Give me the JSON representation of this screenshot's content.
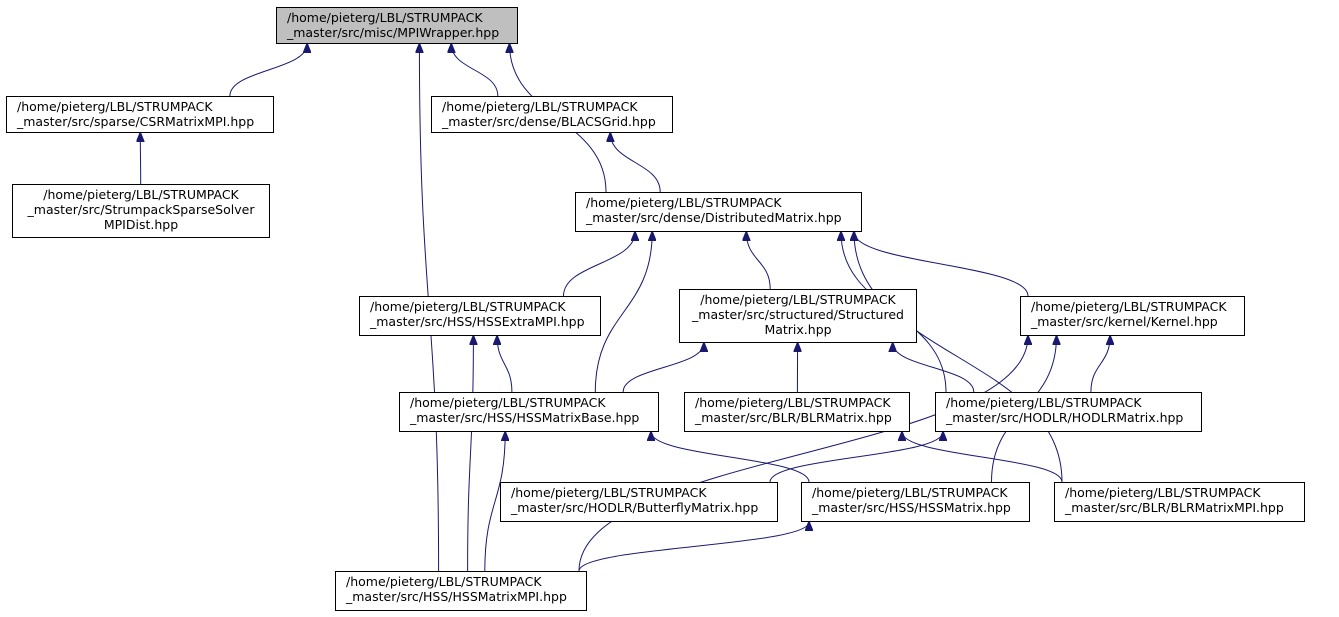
{
  "graph": {
    "colors": {
      "edge": "#191970",
      "node_border": "#000000",
      "root_fill": "#bfbfbf",
      "node_fill": "#ffffff"
    },
    "nodes": {
      "mpiwrapper": {
        "lines": [
          "/home/pieterg/LBL/STRUMPACK",
          "_master/src/misc/MPIWrapper.hpp"
        ]
      },
      "csrmatrixmpi": {
        "lines": [
          "/home/pieterg/LBL/STRUMPACK",
          "_master/src/sparse/CSRMatrixMPI.hpp"
        ]
      },
      "blacsgrid": {
        "lines": [
          "/home/pieterg/LBL/STRUMPACK",
          "_master/src/dense/BLACSGrid.hpp"
        ]
      },
      "strumpacksparsesolvermpidist": {
        "lines": [
          "/home/pieterg/LBL/STRUMPACK",
          "_master/src/StrumpackSparseSolver",
          "MPIDist.hpp"
        ]
      },
      "distributedmatrix": {
        "lines": [
          "/home/pieterg/LBL/STRUMPACK",
          "_master/src/dense/DistributedMatrix.hpp"
        ]
      },
      "hssextrampi": {
        "lines": [
          "/home/pieterg/LBL/STRUMPACK",
          "_master/src/HSS/HSSExtraMPI.hpp"
        ]
      },
      "structuredmatrix": {
        "lines": [
          "/home/pieterg/LBL/STRUMPACK",
          "_master/src/structured/Structured",
          "Matrix.hpp"
        ]
      },
      "kernel": {
        "lines": [
          "/home/pieterg/LBL/STRUMPACK",
          "_master/src/kernel/Kernel.hpp"
        ]
      },
      "hssmatrixbase": {
        "lines": [
          "/home/pieterg/LBL/STRUMPACK",
          "_master/src/HSS/HSSMatrixBase.hpp"
        ]
      },
      "blrmatrix": {
        "lines": [
          "/home/pieterg/LBL/STRUMPACK",
          "_master/src/BLR/BLRMatrix.hpp"
        ]
      },
      "hodlrmatrix": {
        "lines": [
          "/home/pieterg/LBL/STRUMPACK",
          "_master/src/HODLR/HODLRMatrix.hpp"
        ]
      },
      "butterflymatrix": {
        "lines": [
          "/home/pieterg/LBL/STRUMPACK",
          "_master/src/HODLR/ButterflyMatrix.hpp"
        ]
      },
      "hssmatrix": {
        "lines": [
          "/home/pieterg/LBL/STRUMPACK",
          "_master/src/HSS/HSSMatrix.hpp"
        ]
      },
      "blrmatrixmpi": {
        "lines": [
          "/home/pieterg/LBL/STRUMPACK",
          "_master/src/BLR/BLRMatrixMPI.hpp"
        ]
      },
      "hssmatrixmpi": {
        "lines": [
          "/home/pieterg/LBL/STRUMPACK",
          "_master/src/HSS/HSSMatrixMPI.hpp"
        ]
      }
    },
    "edges": [
      [
        "csrmatrixmpi",
        "mpiwrapper"
      ],
      [
        "blacsgrid",
        "mpiwrapper"
      ],
      [
        "distributedmatrix",
        "mpiwrapper"
      ],
      [
        "hssmatrixmpi",
        "mpiwrapper"
      ],
      [
        "strumpacksparsesolvermpidist",
        "csrmatrixmpi"
      ],
      [
        "distributedmatrix",
        "blacsgrid"
      ],
      [
        "hssextrampi",
        "distributedmatrix"
      ],
      [
        "hssmatrixbase",
        "distributedmatrix"
      ],
      [
        "structuredmatrix",
        "distributedmatrix"
      ],
      [
        "hodlrmatrix",
        "distributedmatrix"
      ],
      [
        "kernel",
        "distributedmatrix"
      ],
      [
        "blrmatrixmpi",
        "distributedmatrix"
      ],
      [
        "hssmatrixbase",
        "hssextrampi"
      ],
      [
        "hssmatrixmpi",
        "hssextrampi"
      ],
      [
        "hssmatrixbase",
        "structuredmatrix"
      ],
      [
        "blrmatrix",
        "structuredmatrix"
      ],
      [
        "hodlrmatrix",
        "structuredmatrix"
      ],
      [
        "hodlrmatrix",
        "kernel"
      ],
      [
        "hssmatrix",
        "kernel"
      ],
      [
        "hssmatrixmpi",
        "kernel"
      ],
      [
        "hssmatrix",
        "hssmatrixbase"
      ],
      [
        "hssmatrixmpi",
        "hssmatrixbase"
      ],
      [
        "blrmatrixmpi",
        "blrmatrix"
      ],
      [
        "butterflymatrix",
        "hodlrmatrix"
      ],
      [
        "hssmatrixmpi",
        "hssmatrix"
      ]
    ]
  }
}
